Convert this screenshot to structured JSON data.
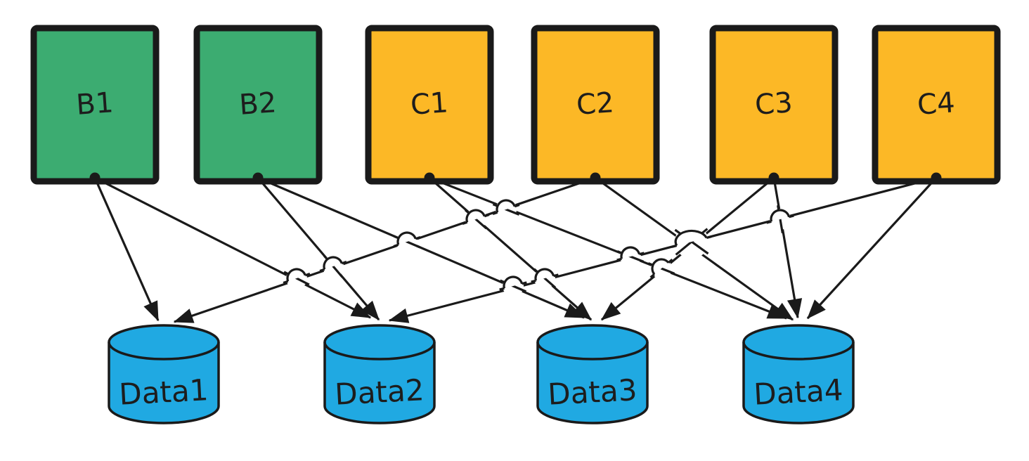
{
  "diagram": {
    "background": "#ffffff",
    "stroke_color": "#1a1a1a",
    "nodes": [
      {
        "id": "B1",
        "label": "B1",
        "shape": "box",
        "fill": "#3cac71"
      },
      {
        "id": "B2",
        "label": "B2",
        "shape": "box",
        "fill": "#3cac71"
      },
      {
        "id": "C1",
        "label": "C1",
        "shape": "box",
        "fill": "#fcb826"
      },
      {
        "id": "C2",
        "label": "C2",
        "shape": "box",
        "fill": "#fcb826"
      },
      {
        "id": "C3",
        "label": "C3",
        "shape": "box",
        "fill": "#fcb826"
      },
      {
        "id": "C4",
        "label": "C4",
        "shape": "box",
        "fill": "#fcb826"
      },
      {
        "id": "Data1",
        "label": "Data1",
        "shape": "cylinder",
        "fill": "#20a9e2"
      },
      {
        "id": "Data2",
        "label": "Data2",
        "shape": "cylinder",
        "fill": "#20a9e2"
      },
      {
        "id": "Data3",
        "label": "Data3",
        "shape": "cylinder",
        "fill": "#20a9e2"
      },
      {
        "id": "Data4",
        "label": "Data4",
        "shape": "cylinder",
        "fill": "#20a9e2"
      }
    ],
    "edges": [
      {
        "from": "B1",
        "to": "Data1"
      },
      {
        "from": "B1",
        "to": "Data2"
      },
      {
        "from": "B2",
        "to": "Data2"
      },
      {
        "from": "B2",
        "to": "Data3"
      },
      {
        "from": "C1",
        "to": "Data3"
      },
      {
        "from": "C1",
        "to": "Data4"
      },
      {
        "from": "C2",
        "to": "Data1"
      },
      {
        "from": "C2",
        "to": "Data4"
      },
      {
        "from": "C3",
        "to": "Data3"
      },
      {
        "from": "C3",
        "to": "Data4"
      },
      {
        "from": "C4",
        "to": "Data2"
      },
      {
        "from": "C4",
        "to": "Data4"
      }
    ]
  }
}
